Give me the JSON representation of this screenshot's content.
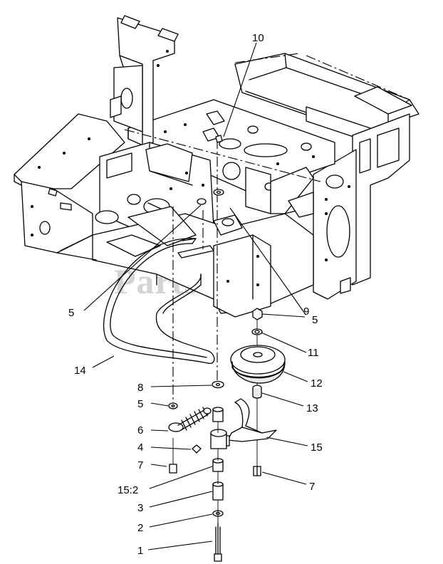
{
  "watermark": "PartsTree",
  "callouts": [
    {
      "id": "c10",
      "label": "10"
    },
    {
      "id": "c9",
      "label": "9"
    },
    {
      "id": "c5a",
      "label": "5"
    },
    {
      "id": "c5b",
      "label": "5"
    },
    {
      "id": "c11",
      "label": "11"
    },
    {
      "id": "c14",
      "label": "14"
    },
    {
      "id": "c12",
      "label": "12"
    },
    {
      "id": "c8",
      "label": "8"
    },
    {
      "id": "c13",
      "label": "13"
    },
    {
      "id": "c5c",
      "label": "5"
    },
    {
      "id": "c6",
      "label": "6"
    },
    {
      "id": "c15",
      "label": "15"
    },
    {
      "id": "c4",
      "label": "4"
    },
    {
      "id": "c7a",
      "label": "7"
    },
    {
      "id": "c7b",
      "label": "7"
    },
    {
      "id": "c152",
      "label": "15:2"
    },
    {
      "id": "c3",
      "label": "3"
    },
    {
      "id": "c2",
      "label": "2"
    },
    {
      "id": "c1",
      "label": "1"
    }
  ]
}
